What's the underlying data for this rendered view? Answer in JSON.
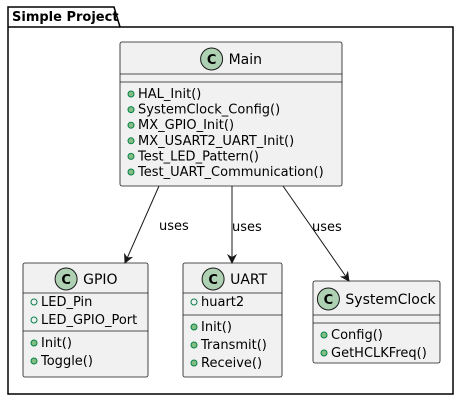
{
  "package": {
    "title": "Simple Project"
  },
  "classes": [
    {
      "id": "main",
      "name": "Main",
      "stereotype_letter": "C",
      "attributes": [],
      "methods": [
        "HAL_Init()",
        "SystemClock_Config()",
        "MX_GPIO_Init()",
        "MX_USART2_UART_Init()",
        "Test_LED_Pattern()",
        "Test_UART_Communication()"
      ]
    },
    {
      "id": "gpio",
      "name": "GPIO",
      "stereotype_letter": "C",
      "attributes": [
        "LED_Pin",
        "LED_GPIO_Port"
      ],
      "methods": [
        "Init()",
        "Toggle()"
      ]
    },
    {
      "id": "uart",
      "name": "UART",
      "stereotype_letter": "C",
      "attributes": [
        "huart2"
      ],
      "methods": [
        "Init()",
        "Transmit()",
        "Receive()"
      ]
    },
    {
      "id": "systemclock",
      "name": "SystemClock",
      "stereotype_letter": "C",
      "attributes": [],
      "methods": [
        "Config()",
        "GetHCLKFreq()"
      ]
    }
  ],
  "relations": [
    {
      "from": "main",
      "to": "gpio",
      "label": "uses"
    },
    {
      "from": "main",
      "to": "uart",
      "label": "uses"
    },
    {
      "from": "main",
      "to": "systemclock",
      "label": "uses"
    }
  ],
  "colors": {
    "class_fill": "#f1f1f1",
    "border": "#181818",
    "stereotype_circle": "#add1b2",
    "member_circle_fill": "#84be84",
    "member_circle_stroke": "#038048",
    "line": "#181818"
  }
}
